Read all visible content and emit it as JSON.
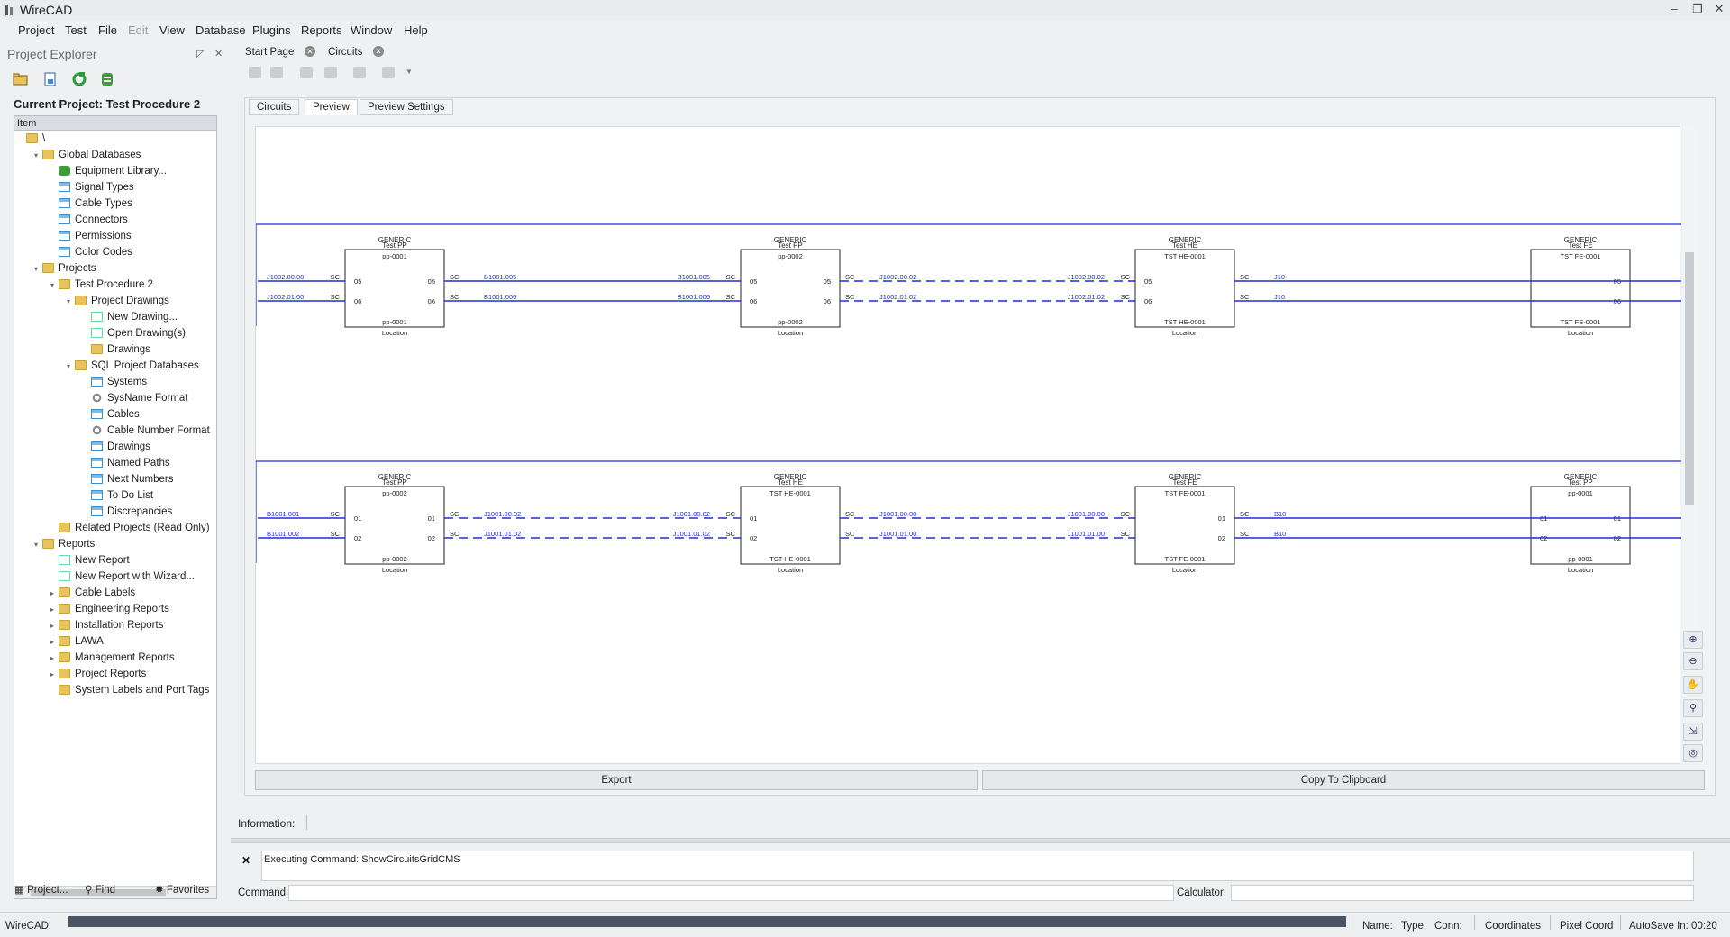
{
  "window": {
    "title": "WireCAD",
    "controls": [
      "minimize-icon",
      "restore-icon",
      "close-icon"
    ]
  },
  "menu": [
    "Project",
    "Test",
    "File",
    "Edit",
    "View",
    "Database",
    "Plugins",
    "Reports",
    "Window",
    "Help"
  ],
  "explorer": {
    "title": "Project Explorer",
    "current_project": "Current Project: Test Procedure 2",
    "tree_header": "Item",
    "tree": [
      {
        "label": "\\",
        "icon": "folder",
        "depth": 0
      },
      {
        "label": "Global Databases",
        "icon": "folder",
        "depth": 1,
        "expander": "−"
      },
      {
        "label": "Equipment Library...",
        "icon": "db",
        "depth": 2
      },
      {
        "label": "Signal Types",
        "icon": "tbl",
        "depth": 2
      },
      {
        "label": "Cable Types",
        "icon": "tbl",
        "depth": 2
      },
      {
        "label": "Connectors",
        "icon": "tbl",
        "depth": 2
      },
      {
        "label": "Permissions",
        "icon": "tbl",
        "depth": 2
      },
      {
        "label": "Color Codes",
        "icon": "tbl",
        "depth": 2
      },
      {
        "label": "Projects",
        "icon": "folder",
        "depth": 1,
        "expander": "−"
      },
      {
        "label": "Test Procedure 2",
        "icon": "folder",
        "depth": 2,
        "expander": "−"
      },
      {
        "label": "Project Drawings",
        "icon": "folder",
        "depth": 3,
        "expander": "−"
      },
      {
        "label": "New Drawing...",
        "icon": "doc",
        "depth": 4
      },
      {
        "label": "Open Drawing(s)",
        "icon": "doc",
        "depth": 4
      },
      {
        "label": "Drawings",
        "icon": "folder",
        "depth": 4
      },
      {
        "label": "SQL Project Databases",
        "icon": "folder",
        "depth": 3,
        "expander": "−"
      },
      {
        "label": "Systems",
        "icon": "tbl",
        "depth": 4
      },
      {
        "label": "SysName Format",
        "icon": "gear",
        "depth": 4
      },
      {
        "label": "Cables",
        "icon": "tbl",
        "depth": 4
      },
      {
        "label": "Cable Number Format",
        "icon": "gear",
        "depth": 4
      },
      {
        "label": "Drawings",
        "icon": "tbl",
        "depth": 4
      },
      {
        "label": "Named Paths",
        "icon": "tbl",
        "depth": 4
      },
      {
        "label": "Next Numbers",
        "icon": "tbl",
        "depth": 4
      },
      {
        "label": "To Do List",
        "icon": "tbl",
        "depth": 4
      },
      {
        "label": "Discrepancies",
        "icon": "tbl",
        "depth": 4
      },
      {
        "label": "Related Projects (Read Only)",
        "icon": "folder",
        "depth": 2
      },
      {
        "label": "Reports",
        "icon": "folder",
        "depth": 1,
        "expander": "−"
      },
      {
        "label": "New Report",
        "icon": "doc",
        "depth": 2
      },
      {
        "label": "New Report with Wizard...",
        "icon": "doc",
        "depth": 2
      },
      {
        "label": "Cable Labels",
        "icon": "folder",
        "depth": 2,
        "expander": "+"
      },
      {
        "label": "Engineering Reports",
        "icon": "folder",
        "depth": 2,
        "expander": "+"
      },
      {
        "label": "Installation Reports",
        "icon": "folder",
        "depth": 2,
        "expander": "+"
      },
      {
        "label": "LAWA",
        "icon": "folder",
        "depth": 2,
        "expander": "+"
      },
      {
        "label": "Management Reports",
        "icon": "folder",
        "depth": 2,
        "expander": "+"
      },
      {
        "label": "Project Reports",
        "icon": "folder",
        "depth": 2,
        "expander": "+"
      },
      {
        "label": "System Labels and Port Tags",
        "icon": "folder",
        "depth": 2
      }
    ],
    "bottom_tabs": [
      "Project...",
      "Find",
      "Favorites"
    ]
  },
  "doc_tabs": [
    "Start Page",
    "Circuits"
  ],
  "sub_tabs": [
    "Circuits",
    "Preview",
    "Preview Settings"
  ],
  "preview": {
    "rows": [
      {
        "boxes": [
          {
            "header1": "GENERIC",
            "header2": "Test PP",
            "top": "pp-0001",
            "bottom": "pp-0001",
            "loc": "Location",
            "ports_left": [
              "05",
              "06"
            ],
            "ports_right": [
              "05",
              "06"
            ]
          },
          {
            "header1": "GENERIC",
            "header2": "Test PP",
            "top": "pp-0002",
            "bottom": "pp-0002",
            "loc": "Location",
            "ports_left": [
              "05",
              "06"
            ],
            "ports_right": [
              "05",
              "06"
            ]
          },
          {
            "header1": "GENERIC",
            "header2": "Test HE",
            "top": "TST HE-0001",
            "bottom": "TST HE-0001",
            "loc": "Location",
            "ports_left": [
              "05",
              "06"
            ],
            "ports_right": []
          },
          {
            "header1": "GENERIC",
            "header2": "Test FE",
            "top": "TST FE-0001",
            "bottom": "TST FE-0001",
            "loc": "Location",
            "ports_left": [],
            "ports_right": [
              "05",
              "06"
            ]
          }
        ],
        "wires": [
          {
            "labels": [
              "J1002.00.00",
              "J1002.01.00"
            ],
            "sc": "SC"
          },
          {
            "labels": [
              "B1001.005",
              "B1001.006"
            ],
            "labels_end": [
              "B1001.005",
              "B1001.006"
            ],
            "sc": "SC"
          },
          {
            "labels": [
              "J1002.00.02",
              "J1002.01.02"
            ],
            "labels_end": [
              "J1002.00.02",
              "J1002.01.02"
            ],
            "sc": "SC"
          },
          {
            "labels": [
              "J10",
              "J10"
            ],
            "sc": "SC"
          }
        ]
      },
      {
        "boxes": [
          {
            "header1": "GENERIC",
            "header2": "Test PP",
            "top": "pp-0002",
            "bottom": "pp-0002",
            "loc": "Location",
            "ports_left": [
              "01",
              "02"
            ],
            "ports_right": [
              "01",
              "02"
            ]
          },
          {
            "header1": "GENERIC",
            "header2": "Test HE",
            "top": "TST HE-0001",
            "bottom": "TST HE-0001",
            "loc": "Location",
            "ports_left": [
              "01",
              "02"
            ],
            "ports_right": []
          },
          {
            "header1": "GENERIC",
            "header2": "Test FE",
            "top": "TST FE-0001",
            "bottom": "TST FE-0001",
            "loc": "Location",
            "ports_left": [],
            "ports_right": [
              "01",
              "02"
            ]
          },
          {
            "header1": "GENERIC",
            "header2": "Test PP",
            "top": "pp-0001",
            "bottom": "pp-0001",
            "loc": "Location",
            "ports_left": [
              "01",
              "02"
            ],
            "ports_right": [
              "01",
              "02"
            ]
          }
        ],
        "wires": [
          {
            "labels": [
              "B1001.001",
              "B1001.002"
            ],
            "sc": "SC"
          },
          {
            "labels": [
              "J1001.00.02",
              "J1001.01.02"
            ],
            "labels_end": [
              "J1001.00.02",
              "J1001.01.02"
            ],
            "sc": "SC"
          },
          {
            "labels": [
              "J1001.00.00",
              "J1001.01.00"
            ],
            "labels_end": [
              "J1001.00.00",
              "J1001.01.00"
            ],
            "sc": "SC"
          },
          {
            "labels": [
              "B10",
              "B10"
            ],
            "sc": "SC"
          }
        ]
      }
    ]
  },
  "buttons": {
    "export": "Export",
    "copy": "Copy To Clipboard"
  },
  "info_label": "Information:",
  "command": {
    "output": "Executing Command: ShowCircuitsGridCMS",
    "label": "Command:",
    "calc_label": "Calculator:"
  },
  "status": {
    "app": "WireCAD",
    "name": "Name:",
    "type": "Type:",
    "conn": "Conn:",
    "coords": "Coordinates",
    "pixel": "Pixel Coord",
    "autosave": "AutoSave In: 00:20"
  },
  "colors": {
    "wire": "#1f2fd8",
    "accent": "#3a8fd0"
  }
}
